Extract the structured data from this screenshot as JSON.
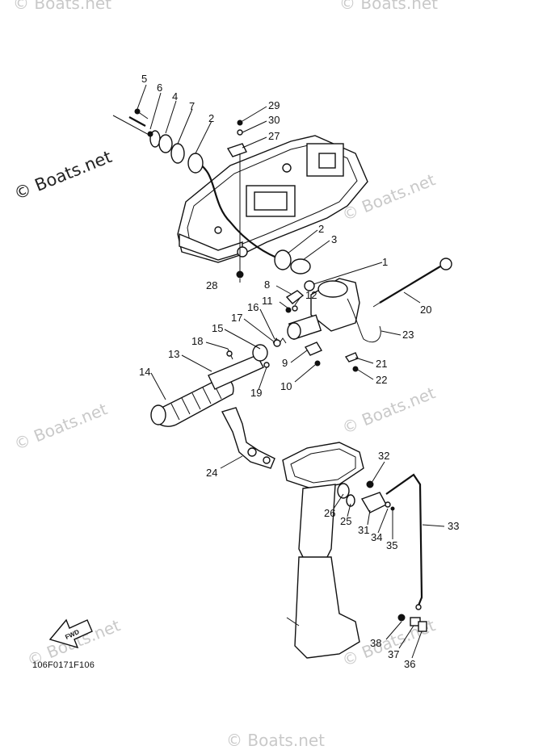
{
  "diagram": {
    "drawing_code": "106F0171F106",
    "fwd_label": "FWD",
    "watermarks": [
      "© Boats.net",
      "© Boats.net",
      "© Boats.net",
      "© Boats.net",
      "© Boats.net",
      "© Boats.net",
      "© Boats.net",
      "© Boats.net",
      "© Boats.net"
    ],
    "callouts": [
      "5",
      "6",
      "4",
      "7",
      "2",
      "29",
      "30",
      "27",
      "2",
      "3",
      "28",
      "1",
      "8",
      "11",
      "12",
      "16",
      "17",
      "15",
      "18",
      "13",
      "14",
      "9",
      "10",
      "19",
      "20",
      "23",
      "21",
      "22",
      "24",
      "32",
      "26",
      "25",
      "31",
      "34",
      "35",
      "33",
      "38",
      "37",
      "36"
    ]
  }
}
